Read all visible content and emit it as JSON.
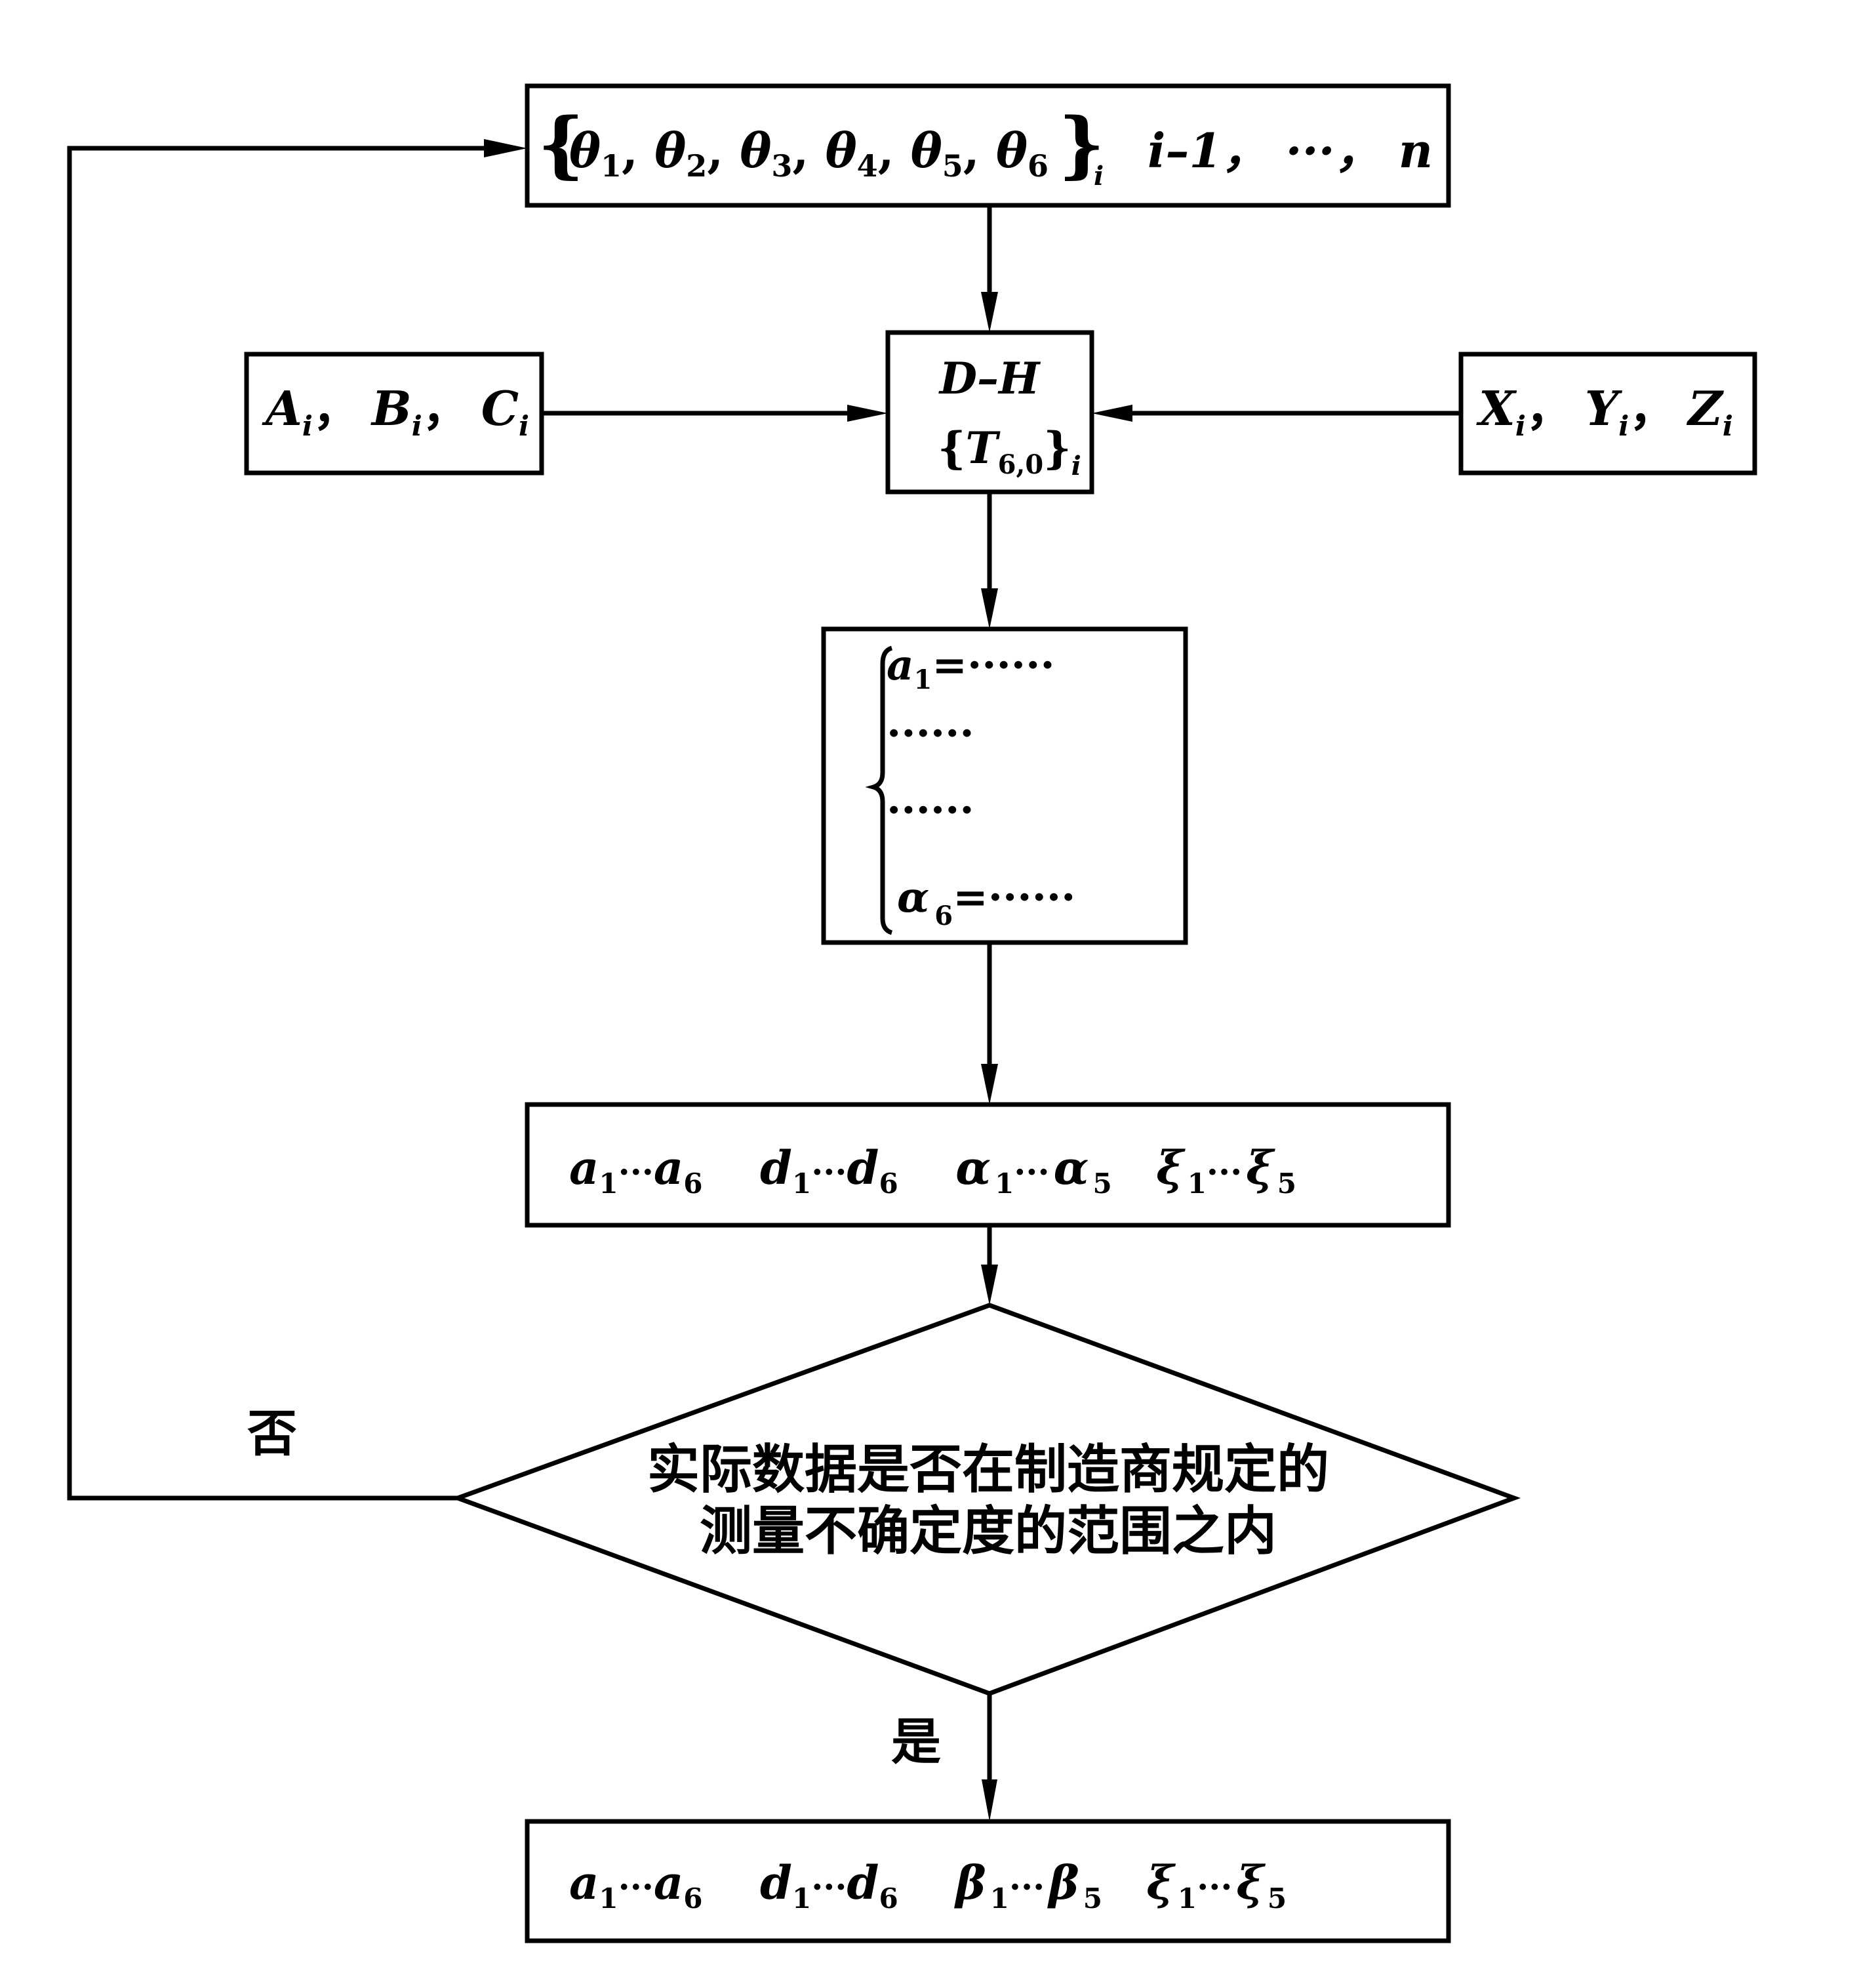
{
  "diagram": {
    "type": "flowchart",
    "nodes": {
      "joint_angles": {
        "brace_open": "{",
        "brace_close": "}",
        "terms": [
          {
            "sym": "θ",
            "sub": "1"
          },
          {
            "sym": "θ",
            "sub": "2"
          },
          {
            "sym": "θ",
            "sub": "3"
          },
          {
            "sym": "θ",
            "sub": "4"
          },
          {
            "sym": "θ",
            "sub": "5"
          },
          {
            "sym": "θ",
            "sub": "6"
          }
        ],
        "set_sub": "i",
        "index_text": "i–1， ···， n"
      },
      "abc_input": {
        "terms": [
          {
            "sym": "A",
            "sub": "i"
          },
          {
            "sym": "B",
            "sub": "i"
          },
          {
            "sym": "C",
            "sub": "i"
          }
        ],
        "sep": "，"
      },
      "xyz_input": {
        "terms": [
          {
            "sym": "X",
            "sub": "i"
          },
          {
            "sym": "Y",
            "sub": "i"
          },
          {
            "sym": "Z",
            "sub": "i"
          }
        ],
        "sep": "，"
      },
      "dh_model": {
        "title": "D–H",
        "matrix_open": "{",
        "matrix_sym": "T",
        "matrix_sub": "6,0",
        "matrix_close": "}",
        "set_sub": "i"
      },
      "equation_system": {
        "lines": [
          {
            "lhs": "a",
            "sub": "1",
            "rhs": "=······"
          },
          {
            "lhs": "",
            "sub": "",
            "rhs": "······"
          },
          {
            "lhs": "",
            "sub": "",
            "rhs": "······"
          },
          {
            "lhs": "α",
            "sub": "6",
            "rhs": "=······"
          }
        ]
      },
      "identified_params": {
        "groups": [
          {
            "sym": "a",
            "from": "1",
            "to": "6"
          },
          {
            "sym": "d",
            "from": "1",
            "to": "6"
          },
          {
            "sym": "α",
            "from": "1",
            "to": "5"
          },
          {
            "sym": "ξ",
            "from": "1",
            "to": "5"
          }
        ],
        "ellipsis": "···"
      },
      "decision": {
        "line1": "实际数据是否在制造商规定的",
        "line2": "测量不确定度的范围之内"
      },
      "final_params": {
        "groups": [
          {
            "sym": "a",
            "from": "1",
            "to": "6"
          },
          {
            "sym": "d",
            "from": "1",
            "to": "6"
          },
          {
            "sym": "β",
            "from": "1",
            "to": "5"
          },
          {
            "sym": "ξ",
            "from": "1",
            "to": "5"
          }
        ],
        "ellipsis": "···"
      }
    },
    "edge_labels": {
      "no": "否",
      "yes": "是"
    },
    "edges": [
      {
        "from": "joint_angles",
        "to": "dh_model"
      },
      {
        "from": "abc_input",
        "to": "dh_model"
      },
      {
        "from": "xyz_input",
        "to": "dh_model"
      },
      {
        "from": "dh_model",
        "to": "equation_system"
      },
      {
        "from": "equation_system",
        "to": "identified_params"
      },
      {
        "from": "identified_params",
        "to": "decision"
      },
      {
        "from": "decision",
        "to": "final_params",
        "label": "是"
      },
      {
        "from": "decision",
        "to": "joint_angles",
        "label": "否"
      }
    ]
  }
}
